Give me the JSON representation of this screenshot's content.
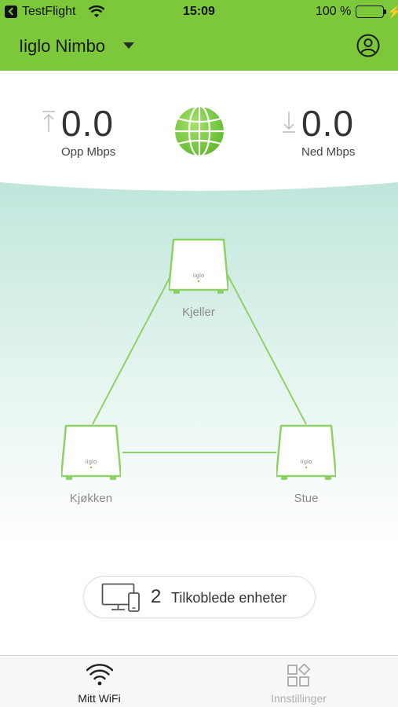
{
  "status_bar": {
    "back_app": "TestFlight",
    "time": "15:09",
    "battery_percent": "100 %"
  },
  "header": {
    "title": "Iiglo Nimbo"
  },
  "speed": {
    "upload_value": "0.0",
    "upload_label": "Opp Mbps",
    "download_value": "0.0",
    "download_label": "Ned Mbps"
  },
  "mesh": {
    "nodes": [
      {
        "name": "Kjeller",
        "brand": "iiglo"
      },
      {
        "name": "Kjøkken",
        "brand": "iiglo"
      },
      {
        "name": "Stue",
        "brand": "iiglo"
      }
    ]
  },
  "devices": {
    "count": "2",
    "label": "Tilkoblede enheter"
  },
  "tabs": [
    {
      "label": "Mitt WiFi",
      "active": true
    },
    {
      "label": "Innstillinger",
      "active": false
    }
  ],
  "colors": {
    "brand_green": "#7cc83a",
    "mesh_teal": "#bfe6dc",
    "line_green": "#8fd166"
  }
}
